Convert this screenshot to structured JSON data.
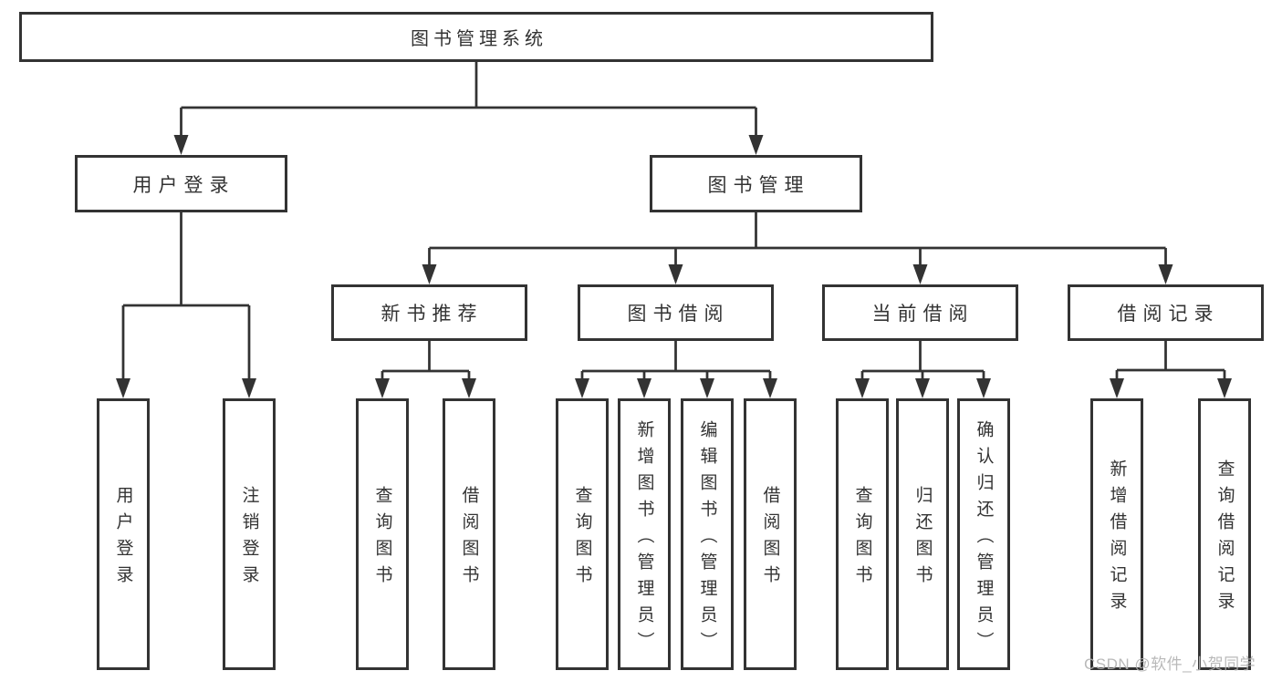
{
  "diagram": {
    "root": "图书管理系统",
    "level2": {
      "user_login": "用户登录",
      "book_mgmt": "图书管理"
    },
    "level3": {
      "new_books": "新书推荐",
      "book_borrow": "图书借阅",
      "current_borrow": "当前借阅",
      "borrow_records": "借阅记录"
    },
    "leaves": {
      "user_login": [
        "用户登录",
        "注销登录"
      ],
      "new_books": [
        "查询图书",
        "借阅图书"
      ],
      "book_borrow": [
        "查询图书",
        "新增图书（管理员）",
        "编辑图书（管理员）",
        "借阅图书"
      ],
      "current_borrow": [
        "查询图书",
        "归还图书",
        "确认归还（管理员）"
      ],
      "borrow_records": [
        "新增借阅记录",
        "查询借阅记录"
      ]
    }
  },
  "watermark": "CSDN @软件_小贺同学",
  "colors": {
    "line": "#333333",
    "text": "#333333",
    "background": "#ffffff",
    "watermark": "#b2b2b2"
  }
}
